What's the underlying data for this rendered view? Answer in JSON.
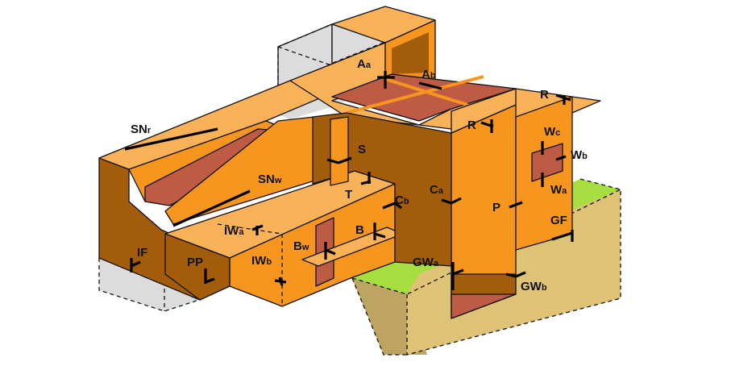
{
  "diagram": {
    "type": "isometric building component diagram",
    "colors": {
      "roof_light": "#F9B257",
      "wall_orange": "#F7961E",
      "wall_dark": "#A35C0A",
      "interior_red": "#BD5B45",
      "ghost_grey": "#DCDCDC",
      "ground_green": "#A6DE3F",
      "soil_tan": "#DEC276",
      "soil_dark": "#BEA461",
      "outline": "#111111"
    },
    "labels": {
      "SNr": {
        "main": "SN",
        "sub": "r"
      },
      "SNw": {
        "main": "SN",
        "sub": "w"
      },
      "Aa": {
        "main": "A",
        "sub": "a"
      },
      "Ab": {
        "main": "A",
        "sub": "b"
      },
      "R1": {
        "main": "R",
        "sub": ""
      },
      "R2": {
        "main": "R",
        "sub": ""
      },
      "Wc": {
        "main": "W",
        "sub": "c"
      },
      "Wb": {
        "main": "W",
        "sub": "b"
      },
      "Wa": {
        "main": "W",
        "sub": "a"
      },
      "S": {
        "main": "S",
        "sub": ""
      },
      "T": {
        "main": "T",
        "sub": ""
      },
      "Cb": {
        "main": "C",
        "sub": "b"
      },
      "Ca": {
        "main": "C",
        "sub": "a"
      },
      "P": {
        "main": "P",
        "sub": ""
      },
      "GF": {
        "main": "GF",
        "sub": ""
      },
      "IWa": {
        "main": "IW",
        "sub": "a"
      },
      "IWb": {
        "main": "IW",
        "sub": "b"
      },
      "B": {
        "main": "B",
        "sub": ""
      },
      "Bw": {
        "main": "B",
        "sub": "w"
      },
      "IF": {
        "main": "IF",
        "sub": ""
      },
      "PP": {
        "main": "PP",
        "sub": ""
      },
      "GWa": {
        "main": "GW",
        "sub": "a"
      },
      "GWb": {
        "main": "GW",
        "sub": "b"
      }
    }
  }
}
